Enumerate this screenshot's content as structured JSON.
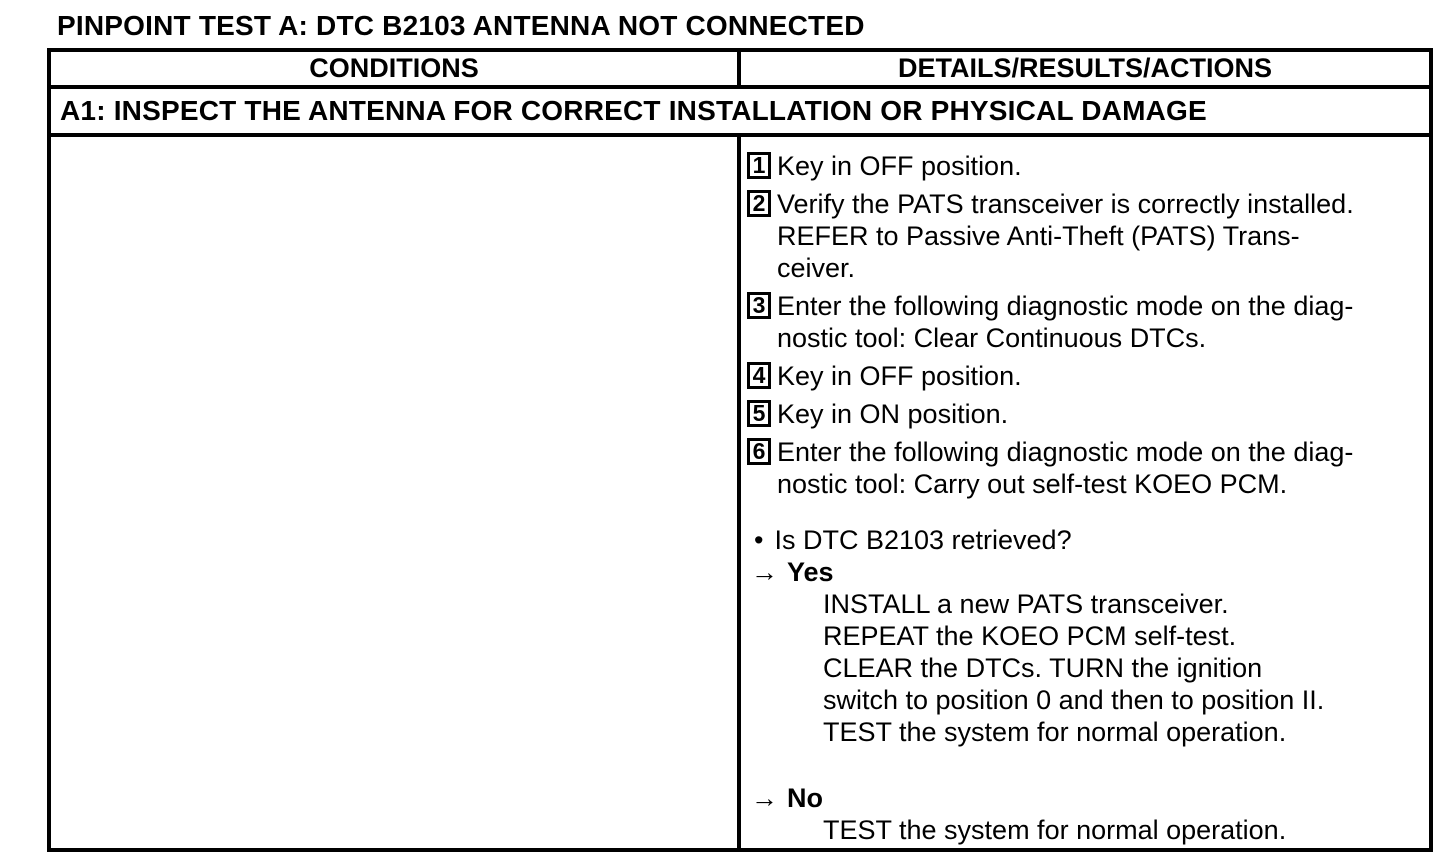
{
  "page_title": "PINPOINT TEST A: DTC B2103 ANTENNA NOT CONNECTED",
  "colors": {
    "ink": "#000000",
    "paper": "#ffffff"
  },
  "table": {
    "headers": [
      "CONDITIONS",
      "DETAILS/RESULTS/ACTIONS"
    ],
    "section_row": "A1: INSPECT THE ANTENNA FOR CORRECT INSTALLATION OR PHYSICAL DAMAGE",
    "conditions_cell_text": "",
    "steps": [
      {
        "num": "1",
        "lines": [
          "Key in OFF position."
        ]
      },
      {
        "num": "2",
        "lines": [
          "Verify the PATS transceiver is correctly installed.",
          "REFER to Passive Anti-Theft (PATS) Trans-",
          "ceiver."
        ]
      },
      {
        "num": "3",
        "lines": [
          "Enter the following diagnostic mode on the diag-",
          "nostic tool: Clear Continuous DTCs."
        ]
      },
      {
        "num": "4",
        "lines": [
          "Key in OFF position."
        ]
      },
      {
        "num": "5",
        "lines": [
          "Key in ON position."
        ]
      },
      {
        "num": "6",
        "lines": [
          "Enter the following diagnostic mode on the diag-",
          "nostic tool: Carry out self-test KOEO PCM."
        ]
      }
    ],
    "question": {
      "bullet": "•",
      "text": "Is DTC B2103 retrieved?"
    },
    "results": [
      {
        "arrow": "→",
        "label": "Yes",
        "actions": [
          "INSTALL a new PATS transceiver.",
          "REPEAT the KOEO PCM self-test.",
          "CLEAR the DTCs. TURN the ignition",
          "switch to position 0 and then to position II.",
          "TEST the system for normal operation."
        ]
      },
      {
        "arrow": "→",
        "label": "No",
        "actions": [
          "TEST the system for normal operation."
        ]
      }
    ]
  }
}
